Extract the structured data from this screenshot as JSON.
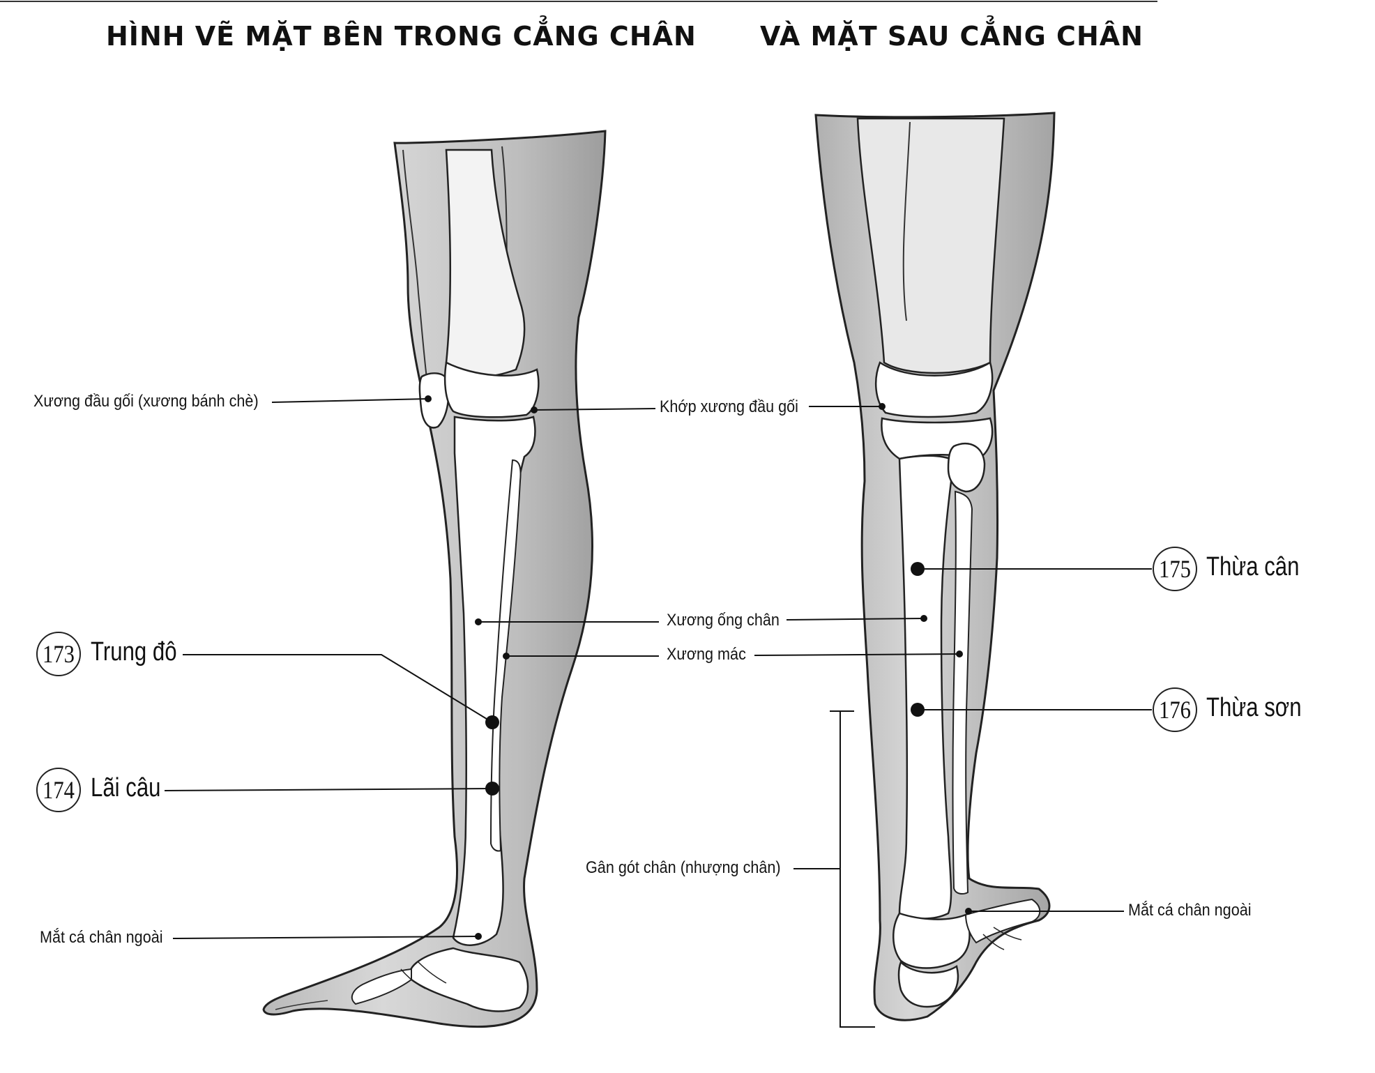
{
  "title_left": "HÌNH VẼ MẶT BÊN TRONG CẲNG CHÂN",
  "title_right": "VÀ MẶT SAU CẲNG CHÂN",
  "labels": {
    "patella": "Xương đầu gối (xương bánh chè)",
    "knee_joint": "Khớp xương đầu gối",
    "tibia": "Xương ống chân",
    "fibula": "Xương mác",
    "ankle_left": "Mắt cá chân ngoài",
    "ankle_right": "Mắt cá chân ngoài",
    "achilles": "Gân gót chân (nhượng chân)"
  },
  "points": {
    "p173": {
      "number": "173",
      "name": "Trung đô"
    },
    "p174": {
      "number": "174",
      "name": "Lãi câu"
    },
    "p175": {
      "number": "175",
      "name": "Thừa cân"
    },
    "p176": {
      "number": "176",
      "name": "Thừa sơn"
    }
  }
}
